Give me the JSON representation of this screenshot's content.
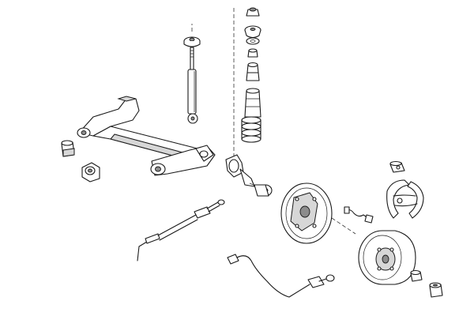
{
  "diagram": {
    "title": "",
    "labels": [],
    "colors": {
      "background": "#ffffff",
      "stroke": "#1a1a1a",
      "shade": "#d7d7d7",
      "dark": "#8c8c8c",
      "leader": "#333333"
    },
    "parts": [
      "shock-absorber",
      "coil-spring-stack",
      "rear-axle-beam",
      "axle-bushings",
      "wheel-hub-stub",
      "brake-backing-plate",
      "brake-drum",
      "brake-shoes",
      "wheel-cylinder",
      "parking-brake-cable",
      "abs-sensor-cable",
      "brake-hose",
      "hub-nut",
      "wheel-bearing"
    ]
  }
}
